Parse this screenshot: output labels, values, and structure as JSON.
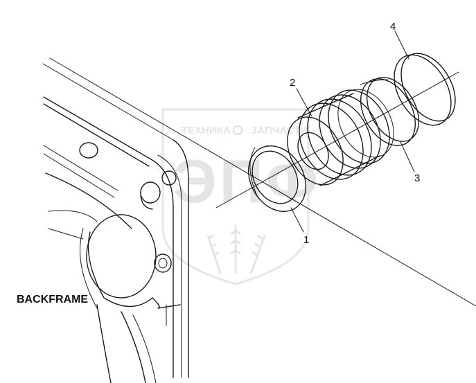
{
  "diagram": {
    "frame_label": "BACKFRAME",
    "callouts": [
      {
        "id": "1",
        "text": "1"
      },
      {
        "id": "2",
        "text": "2"
      },
      {
        "id": "3",
        "text": "3"
      },
      {
        "id": "4",
        "text": "4"
      }
    ],
    "watermark": {
      "top_left": "ТЕХНИКА",
      "top_right": "ЗАПЧАСТИ",
      "logo_letters": "ЭПФ"
    },
    "colors": {
      "line": "#1a1a1a",
      "background": "#ffffff",
      "watermark": "#e4e4e4"
    }
  }
}
